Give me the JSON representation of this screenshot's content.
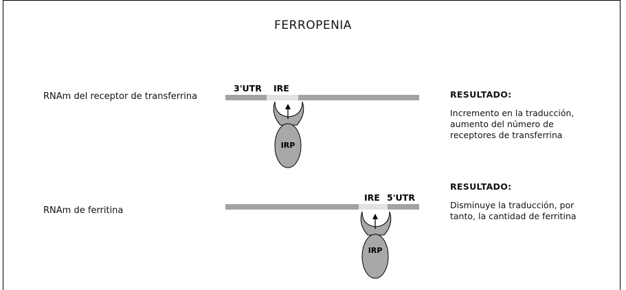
{
  "title": "FERROPENIA",
  "row1": {
    "label": "RNAm del receptor de transferrina",
    "utr_label": "3'UTR",
    "ire_label": "IRE",
    "irp_label": "IRP",
    "result_title": "RESULTADO:",
    "result_lines": [
      "Incremento en la traducción,",
      "aumento del número de",
      "receptores de transferrina"
    ]
  },
  "row2": {
    "label": "RNAm de ferritina",
    "utr_label": "5'UTR",
    "ire_label": "IRE",
    "irp_label": "IRP",
    "result_title": "RESULTADO:",
    "result_lines": [
      "Disminuye la traducción, por",
      "tanto, la cantidad de ferritina"
    ]
  },
  "colors": {
    "rna_strand": "#a3a3a3",
    "ire_segment": "#e2e2e2",
    "protein": "#a8a8a8",
    "outline": "#000000"
  }
}
